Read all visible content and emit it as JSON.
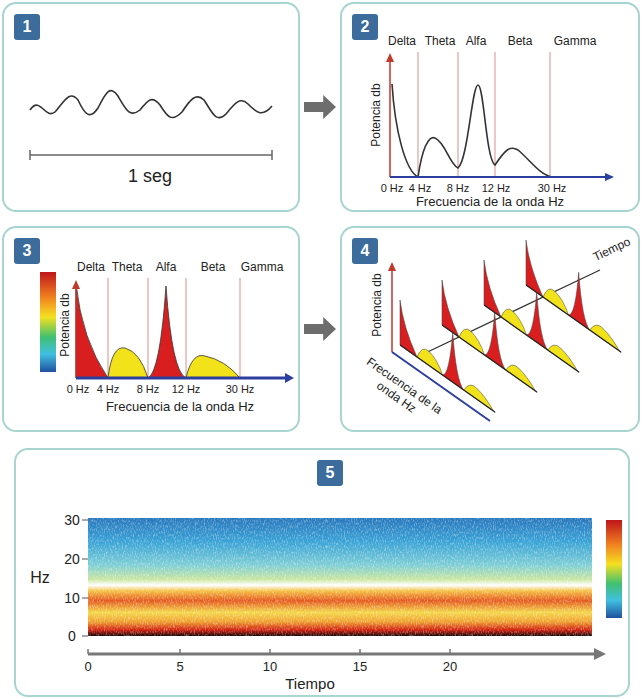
{
  "diagram": {
    "nodes": [
      {
        "text": [
          "1 seg"
        ]
      },
      {
        "text": [
          "1"
        ],
        "in": 0
      },
      {
        "text": [
          "Delta",
          "Theta",
          "Alfa",
          "Beta",
          "Gamma",
          "Potencia db",
          "0 Hz",
          "4 Hz",
          "8 Hz",
          "12 Hz",
          "30 Hz",
          "Frecuencia de la onda Hz"
        ]
      },
      {
        "text": [
          "2"
        ],
        "in": 2
      },
      {
        "text": [
          "Delta",
          "Theta",
          "Alfa",
          "Beta",
          "Gamma",
          "Potencia db",
          "0 Hz",
          "4 Hz",
          "8 Hz",
          "12 Hz",
          "30 Hz",
          "Frecuencia de la onda Hz"
        ]
      },
      {
        "text": [
          "3"
        ],
        "in": 4
      },
      {
        "text": [
          "Potencia db",
          "Tiempo",
          "Frecuencia de la onda Hz"
        ]
      },
      {
        "text": [
          "4"
        ],
        "in": 6
      },
      {
        "text": [
          "30",
          "20",
          "10",
          "0",
          "Hz",
          "0",
          "5",
          "10",
          "15",
          "20",
          "Tiempo"
        ]
      },
      {
        "text": [
          "5"
        ],
        "in": 8
      }
    ],
    "edges": [
      {
        "from": 0,
        "to": 2,
        "arrow": "to"
      },
      {
        "from": 4,
        "to": 6,
        "arrow": "to"
      }
    ]
  }
}
